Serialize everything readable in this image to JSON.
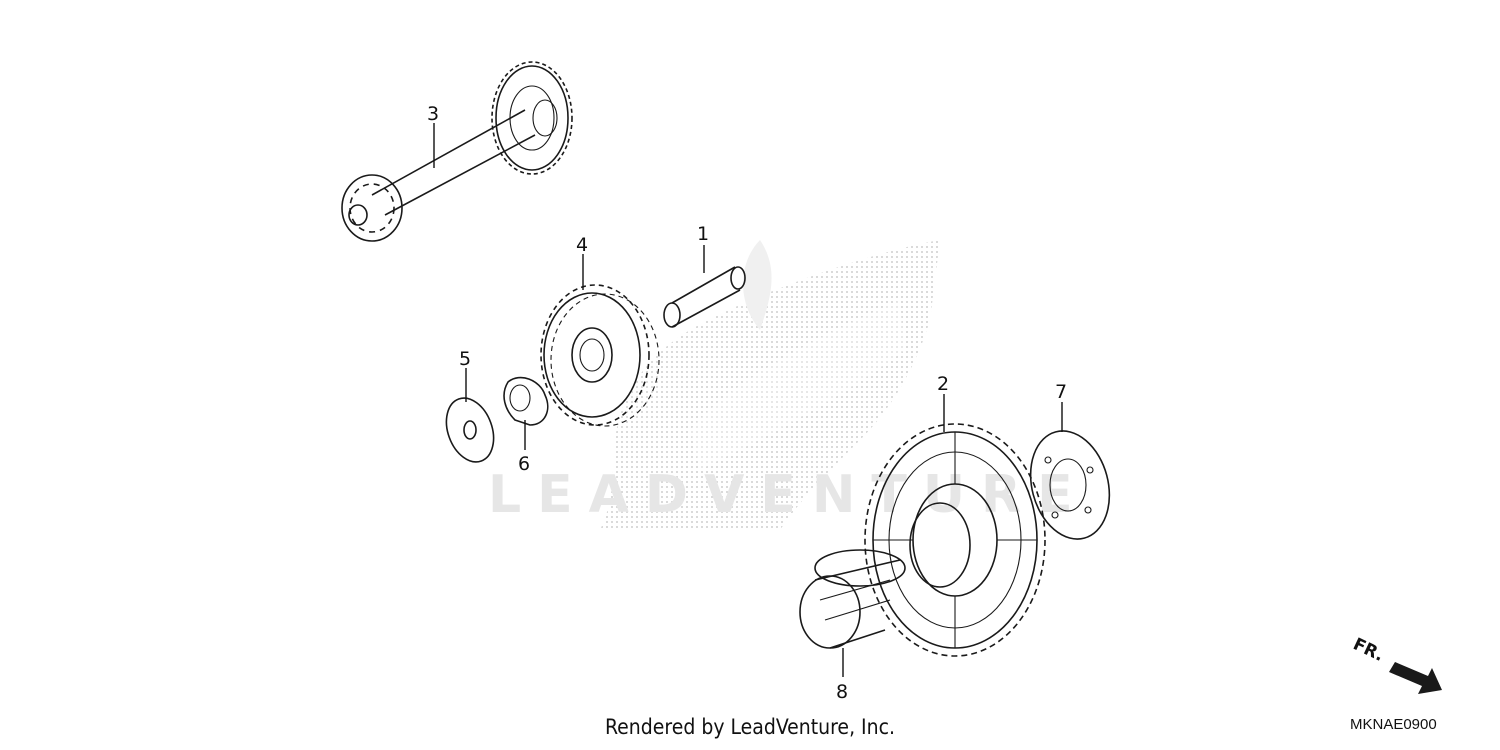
{
  "callouts": [
    {
      "id": "callout-1",
      "label": "1"
    },
    {
      "id": "callout-2",
      "label": "2"
    },
    {
      "id": "callout-3",
      "label": "3"
    },
    {
      "id": "callout-4",
      "label": "4"
    },
    {
      "id": "callout-5",
      "label": "5"
    },
    {
      "id": "callout-6",
      "label": "6"
    },
    {
      "id": "callout-7",
      "label": "7"
    },
    {
      "id": "callout-8",
      "label": "8"
    }
  ],
  "direction_indicator": {
    "label": "FR.",
    "icon": "arrow-right-down-icon"
  },
  "footer": {
    "credit": "Rendered by LeadVenture, Inc."
  },
  "diagram_code": "MKNAE0900",
  "watermark": {
    "text": "LEADVENTURE",
    "logo": "honda-wing-logo"
  }
}
